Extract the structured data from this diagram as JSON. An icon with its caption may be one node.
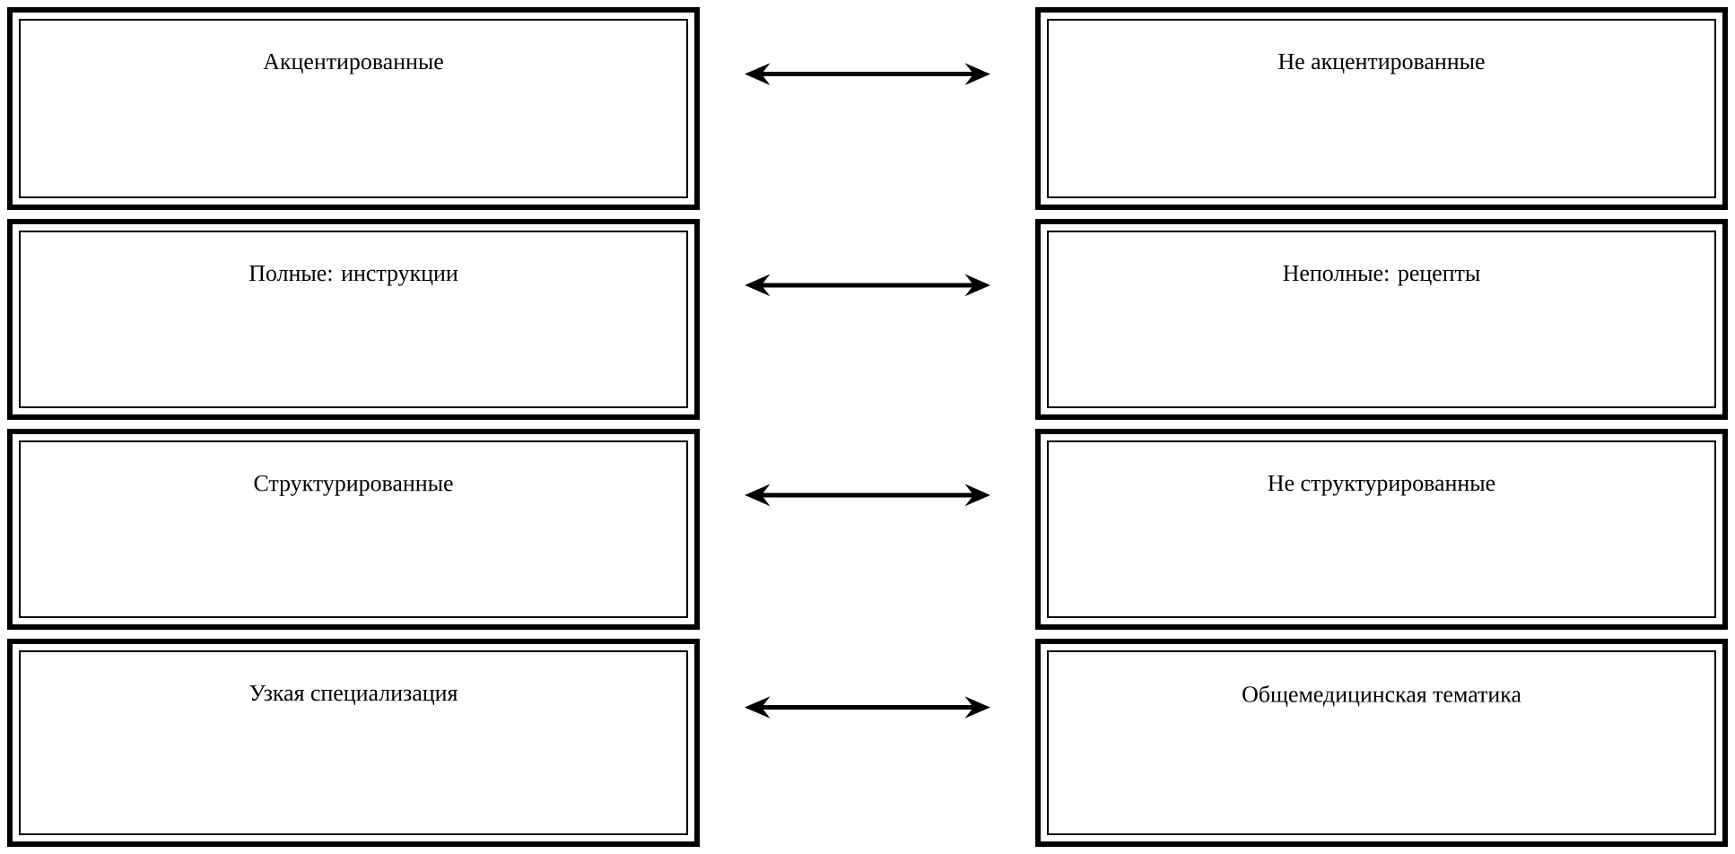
{
  "diagram": {
    "nodes": [
      {
        "text": [
          "Акцентированные"
        ]
      },
      {
        "text": [
          "Не акцентированные"
        ]
      },
      {
        "text": [
          "Полные: инструкции"
        ]
      },
      {
        "text": [
          "Неполные: рецепты"
        ]
      },
      {
        "text": [
          "Структурированные"
        ]
      },
      {
        "text": [
          "Не структурированные"
        ]
      },
      {
        "text": [
          "Узкая специализация"
        ]
      },
      {
        "text": [
          "Общемедицинская тематика"
        ]
      }
    ],
    "edges": [
      {
        "from": 0,
        "to": 1,
        "arrow": "both"
      },
      {
        "from": 2,
        "to": 3,
        "arrow": "both"
      },
      {
        "from": 4,
        "to": 5,
        "arrow": "both"
      },
      {
        "from": 6,
        "to": 7,
        "arrow": "both"
      }
    ]
  }
}
